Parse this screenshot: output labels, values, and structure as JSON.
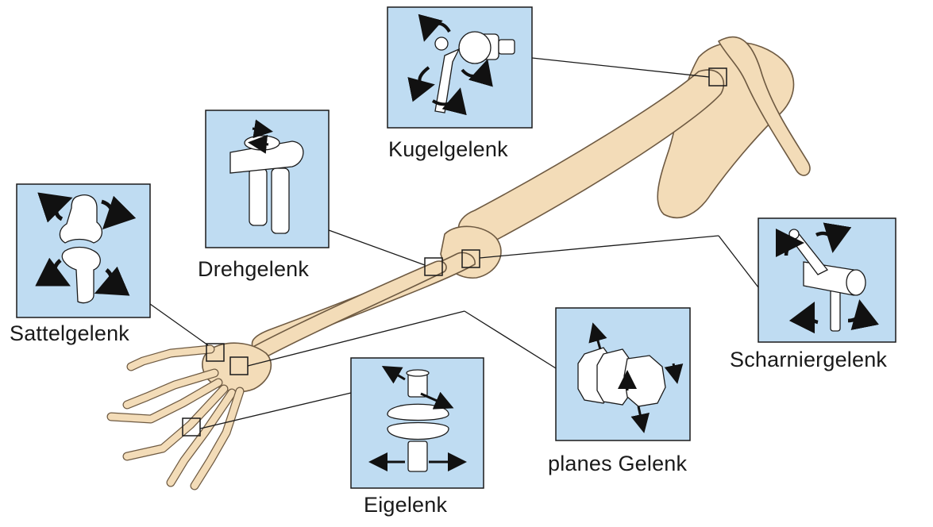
{
  "joints": {
    "ball": {
      "label": "Kugelgelenk"
    },
    "pivot": {
      "label": "Drehgelenk"
    },
    "saddle": {
      "label": "Sattelgelenk"
    },
    "hinge": {
      "label": "Scharniergelenk"
    },
    "plane": {
      "label": "planes Gelenk"
    },
    "condyloid": {
      "label": "Eigelenk"
    }
  },
  "colors": {
    "panel_fill": "#bfdcf2",
    "panel_border": "#1a1a1a",
    "bone_fill": "#f3dcb8",
    "bone_stroke": "#6e5a42",
    "model_fill": "#ffffff",
    "arrow": "#111111"
  }
}
